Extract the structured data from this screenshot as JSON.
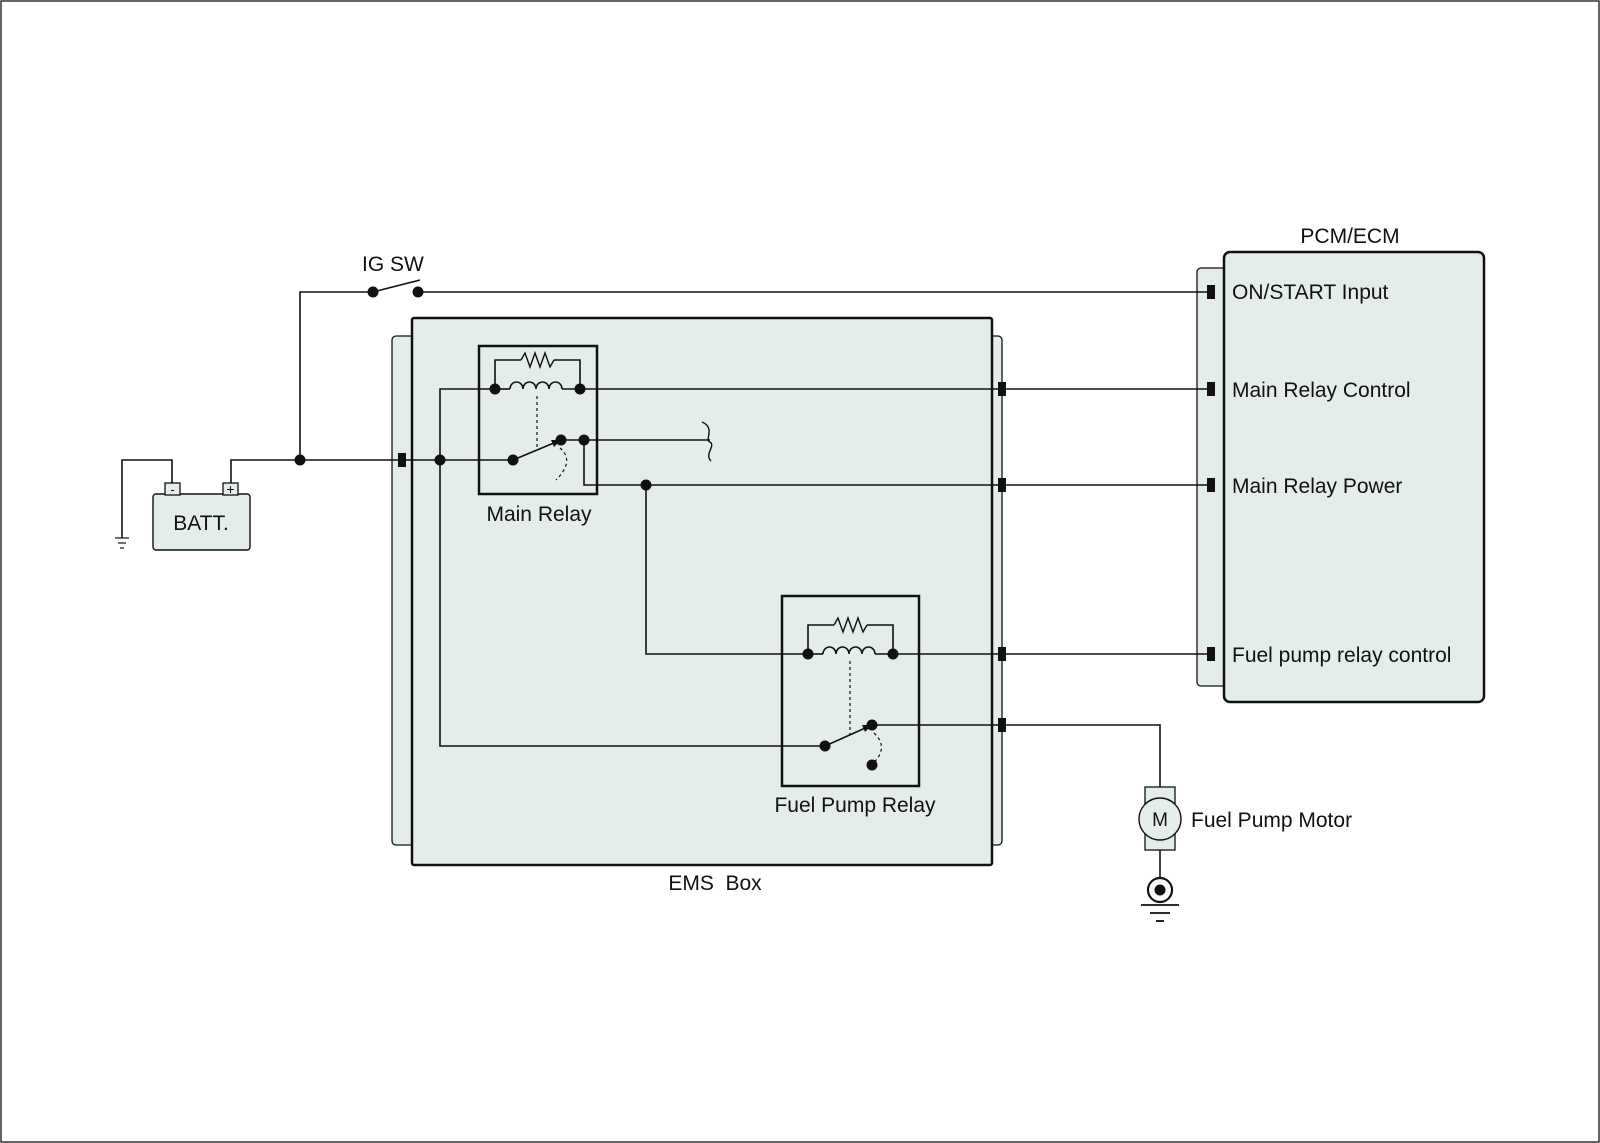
{
  "labels": {
    "ig_sw": "IG SW",
    "pcm_title": "PCM/ECM",
    "on_start": "ON/START Input",
    "main_relay_control": "Main Relay Control",
    "main_relay_power": "Main Relay Power",
    "fuel_pump_relay_control": "Fuel pump relay control",
    "main_relay": "Main Relay",
    "fuel_pump_relay": "Fuel Pump Relay",
    "ems_box": "EMS  Box",
    "battery": "BATT.",
    "battery_minus": "-",
    "battery_plus": "+",
    "motor_symbol": "M",
    "fuel_pump_motor": "Fuel Pump Motor"
  },
  "colors": {
    "module_fill": "#e5ecec",
    "line": "#111111"
  }
}
